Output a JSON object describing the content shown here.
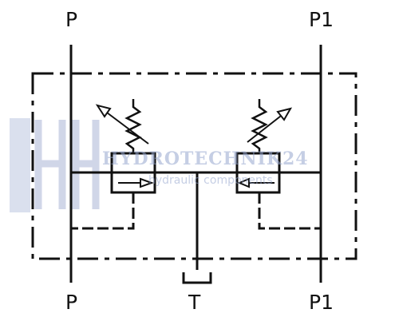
{
  "ports": {
    "top_left": "P",
    "top_right": "P1",
    "bottom_left": "P",
    "bottom_center": "T",
    "bottom_right": "P1"
  },
  "watermark": {
    "brand": "HYDROTECHNIK24",
    "tagline": "hydraulic components"
  },
  "colors": {
    "line": "#111111",
    "watermark": "#96a5cd"
  }
}
